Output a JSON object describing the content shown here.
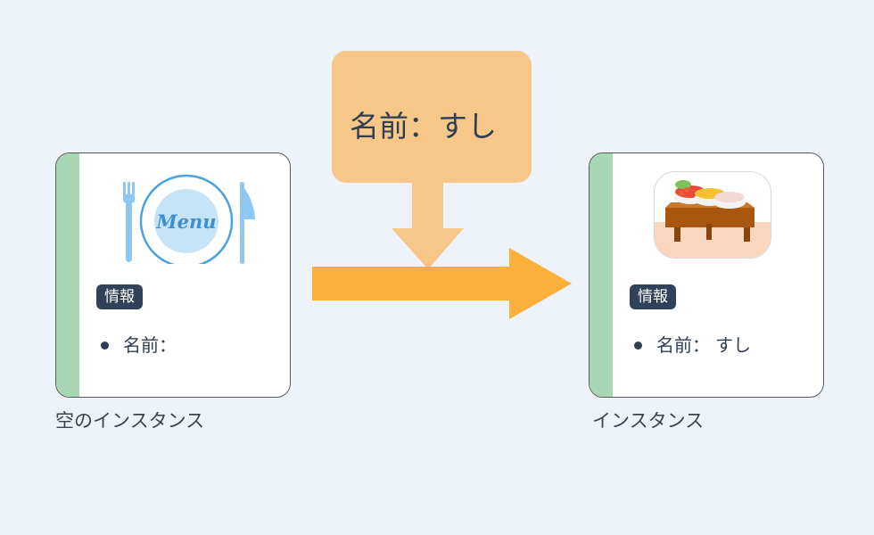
{
  "input_label": "名前：すし",
  "empty_card": {
    "plate_text": "Menu",
    "badge": "情報",
    "field_label": "名前：",
    "field_value": "",
    "caption": "空のインスタンス"
  },
  "instance_card": {
    "badge": "情報",
    "field_label": "名前：",
    "field_value": "すし",
    "caption": "インスタンス"
  },
  "colors": {
    "background": "#eef3fa",
    "stripe": "#a9d6b3",
    "badge": "#2f4259",
    "label_box": "#f7c78a",
    "arrow": "#fbb03b",
    "plate": "#4aa3e0",
    "cutlery": "#8ec8f2"
  }
}
